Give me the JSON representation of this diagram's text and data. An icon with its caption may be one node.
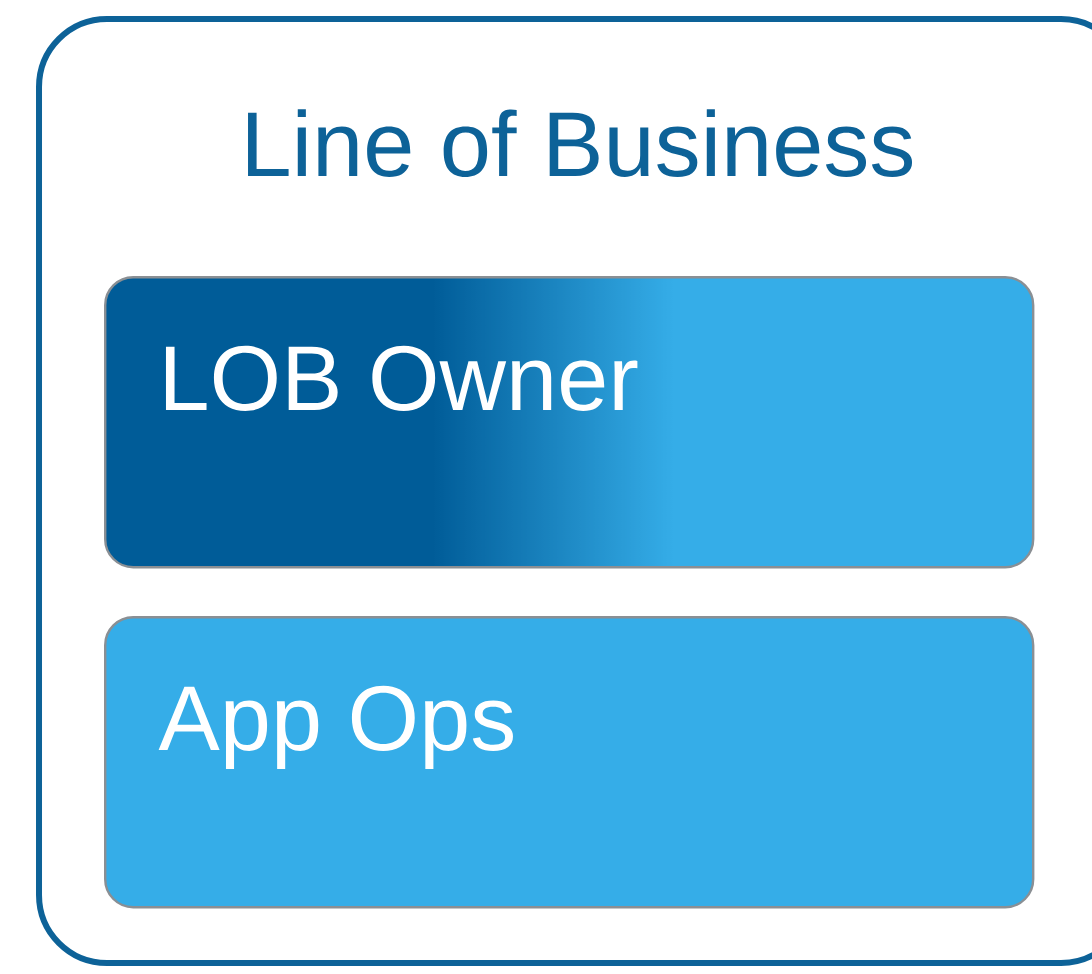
{
  "diagram": {
    "nodes": [
      {
        "text": [
          "Line of Business"
        ]
      },
      {
        "text": [
          "LOB Owner"
        ],
        "in": 0
      },
      {
        "text": [
          "App Ops"
        ],
        "in": 0
      }
    ]
  }
}
